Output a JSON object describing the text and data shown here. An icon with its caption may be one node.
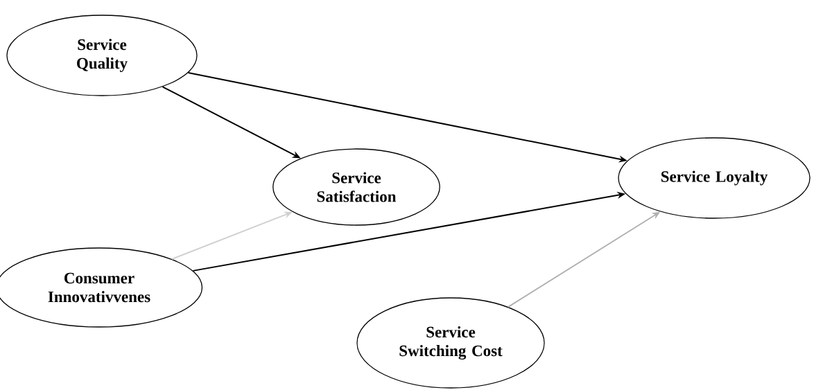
{
  "diagram": {
    "nodes": [
      {
        "text": [
          "Service Quality"
        ]
      },
      {
        "text": [
          "Service Satisfaction"
        ]
      },
      {
        "text": [
          "Service Loyalty"
        ]
      },
      {
        "text": [
          "Consumer Innovativvenes"
        ]
      },
      {
        "text": [
          "Service Switching Cost"
        ]
      }
    ],
    "edges": [
      {
        "from": 0,
        "to": 1,
        "arrow": "to"
      },
      {
        "from": 0,
        "to": 2,
        "arrow": "to"
      },
      {
        "from": 3,
        "to": 1,
        "arrow": "to",
        "color": "#d0d0d0"
      },
      {
        "from": 3,
        "to": 2,
        "arrow": "to"
      },
      {
        "from": 4,
        "to": 2,
        "arrow": "to",
        "color": "#b0b0b0"
      }
    ]
  }
}
